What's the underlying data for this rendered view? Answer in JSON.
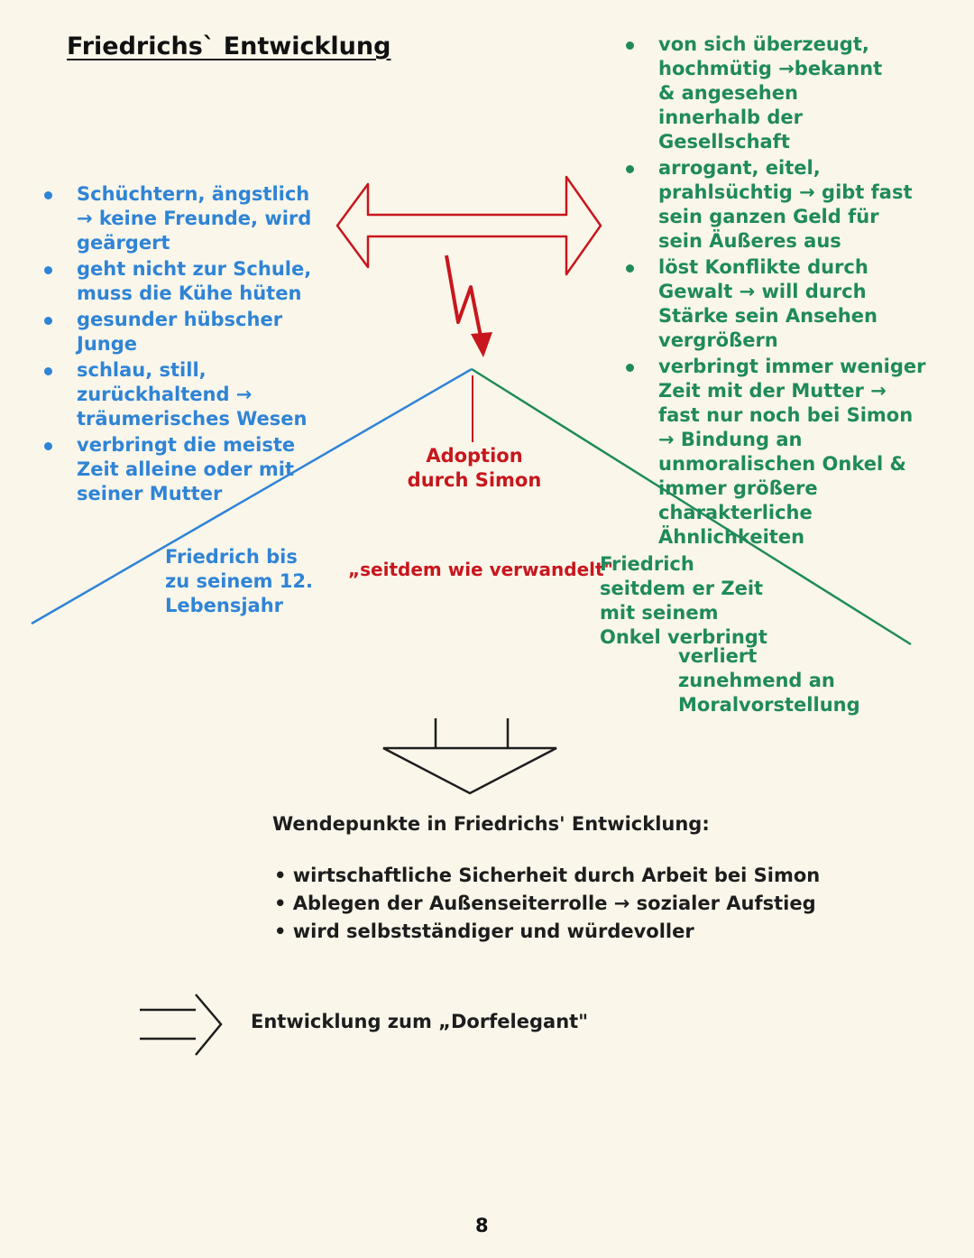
{
  "title": "Friedrichs` Entwicklung",
  "left_list": [
    "Schüchtern, ängstlich → keine Freunde, wird geärgert",
    "geht nicht zur Schule, muss die Kühe hüten",
    "gesunder hübscher Junge",
    "schlau, still, zurückhaltend → träumerisches Wesen",
    "verbringt die meiste Zeit alleine oder mit seiner Mutter"
  ],
  "right_list": [
    "von sich überzeugt, hochmütig →bekannt & angesehen innerhalb der Gesellschaft",
    "arrogant, eitel, prahlsüchtig → gibt fast sein ganzen Geld für sein Äußeres aus",
    "löst Konflikte durch Gewalt → will durch Stärke sein Ansehen vergrößern",
    "verbringt immer weniger Zeit mit der Mutter → fast nur noch bei Simon → Bindung an unmoralischen Onkel & immer größere charakterliche Ähnlichkeiten"
  ],
  "diagram": {
    "peak_label": "Adoption durch Simon",
    "quote": "„seitdem wie verwandelt\"",
    "left_label": "Friedrich bis zu seinem 12. Lebensjahr",
    "right_label": "Friedrich seitdem er Zeit mit seinem Onkel verbringt",
    "right_note": "verliert zunehmend an Moralvorstellung"
  },
  "wendepunkte": {
    "title": "Wendepunkte in Friedrichs' Entwicklung:",
    "items": [
      "wirtschaftliche Sicherheit durch Arbeit bei Simon",
      "Ablegen der Außenseiterrolle → sozialer Aufstieg",
      "wird selbstständiger und würdevoller"
    ]
  },
  "conclusion": "Entwicklung zum „Dorfelegant\"",
  "page_number": "8",
  "colors": {
    "blue": "#2f84d6",
    "green": "#1f8a5b",
    "red": "#c8161d",
    "background": "#faf6ea"
  }
}
